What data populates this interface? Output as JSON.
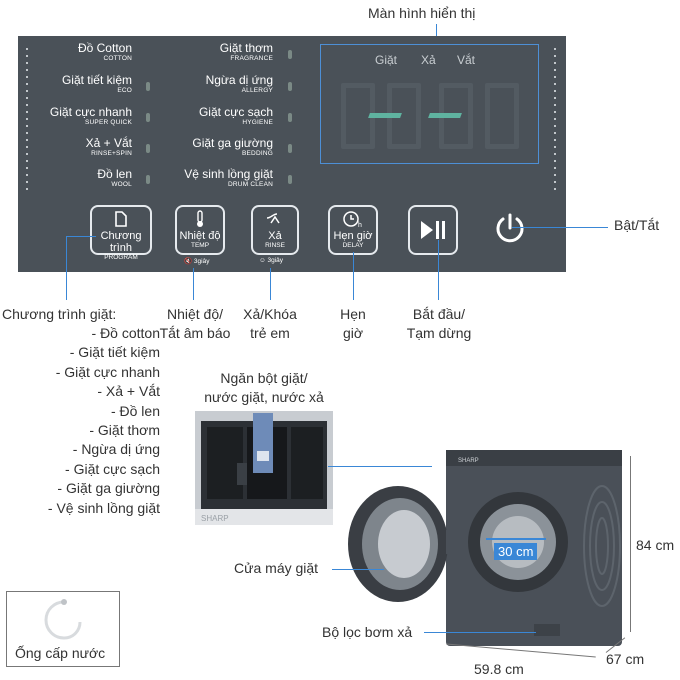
{
  "screen_label": "Màn hình hiển thị",
  "programs_left": [
    {
      "main": "Đồ Cotton",
      "sub": "COTTON"
    },
    {
      "main": "Giặt tiết kiệm",
      "sub": "ECO"
    },
    {
      "main": "Giặt cực nhanh",
      "sub": "SUPER QUICK"
    },
    {
      "main": "Xả + Vắt",
      "sub": "RINSE+SPIN"
    },
    {
      "main": "Đồ len",
      "sub": "WOOL"
    }
  ],
  "programs_right": [
    {
      "main": "Giặt thơm",
      "sub": "FRAGRANCE"
    },
    {
      "main": "Ngừa dị ứng",
      "sub": "ALLERGY"
    },
    {
      "main": "Giặt cực sạch",
      "sub": "HYGIENE"
    },
    {
      "main": "Giặt ga giường",
      "sub": "BEDDING"
    },
    {
      "main": "Vệ sinh lồng giặt",
      "sub": "DRUM CLEAN"
    }
  ],
  "display": {
    "wash": "Giặt",
    "rinse": "Xả",
    "spin": "Vắt"
  },
  "buttons": {
    "program": {
      "label": "Chương trình",
      "sub": "PROGRAM"
    },
    "temp": {
      "label": "Nhiệt độ",
      "sub": "TEMP",
      "hold": "3giây"
    },
    "rinse": {
      "label": "Xả",
      "sub": "RINSE",
      "hold": "3giây"
    },
    "delay": {
      "label": "Hẹn giờ",
      "sub": "DELAY"
    },
    "delay_h": "h"
  },
  "callouts": {
    "power": "Bật/Tắt",
    "program_title": "Chương trình giặt:",
    "program_list": [
      "- Đồ cotton",
      "- Giặt tiết kiệm",
      "- Giặt cực nhanh",
      "- Xả + Vắt",
      "- Đồ len",
      "- Giặt thơm",
      "- Ngừa dị ứng",
      "- Giặt cực sạch",
      "- Giặt ga giường",
      "- Vệ sinh lồng giặt"
    ],
    "temp_line1": "Nhiệt độ/",
    "temp_line2": "Tắt âm báo",
    "rinse_line1": "Xả/Khóa",
    "rinse_line2": "trẻ em",
    "delay_line1": "Hẹn",
    "delay_line2": "giờ",
    "start_line1": "Bắt đầu/",
    "start_line2": "Tạm dừng",
    "drawer_line1": "Ngăn bột giặt/",
    "drawer_line2": "nước giặt, nước xả",
    "door": "Cửa máy giặt",
    "filter": "Bộ lọc bơm xả",
    "hose": "Ống cấp nước"
  },
  "dimensions": {
    "height": "84 cm",
    "depth": "67 cm",
    "width": "59.8 cm",
    "drum": "30 cm"
  },
  "brand": "SHARP"
}
